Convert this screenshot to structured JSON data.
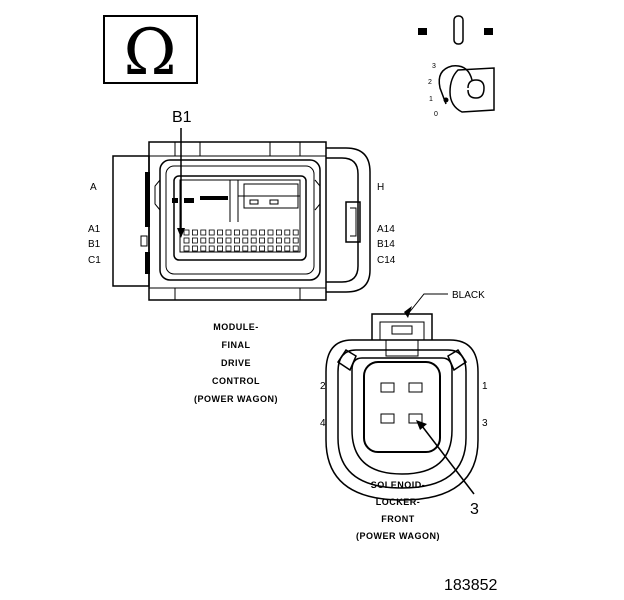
{
  "module": {
    "callout": "B1",
    "side_left": "A",
    "side_right": "H",
    "pins_left": [
      "A1",
      "B1",
      "C1"
    ],
    "pins_right": [
      "A14",
      "B14",
      "C14"
    ],
    "caption": [
      "MODULE-",
      "FINAL",
      "DRIVE",
      "CONTROL",
      "(POWER WAGON)"
    ]
  },
  "solenoid": {
    "color_label": "BLACK",
    "cavities": [
      "1",
      "2",
      "3",
      "4"
    ],
    "callout": "3",
    "caption": [
      "SOLENOID-",
      "LOCKER-",
      "FRONT",
      "(POWER WAGON)"
    ]
  },
  "key_switch": {
    "positions": [
      "0",
      "1",
      "2",
      "3"
    ]
  },
  "symbol": {
    "glyph": "Ω",
    "icon": "ohm-icon"
  },
  "figure_number": "183852",
  "colors": {
    "ink": "#000000",
    "paper": "#ffffff"
  }
}
